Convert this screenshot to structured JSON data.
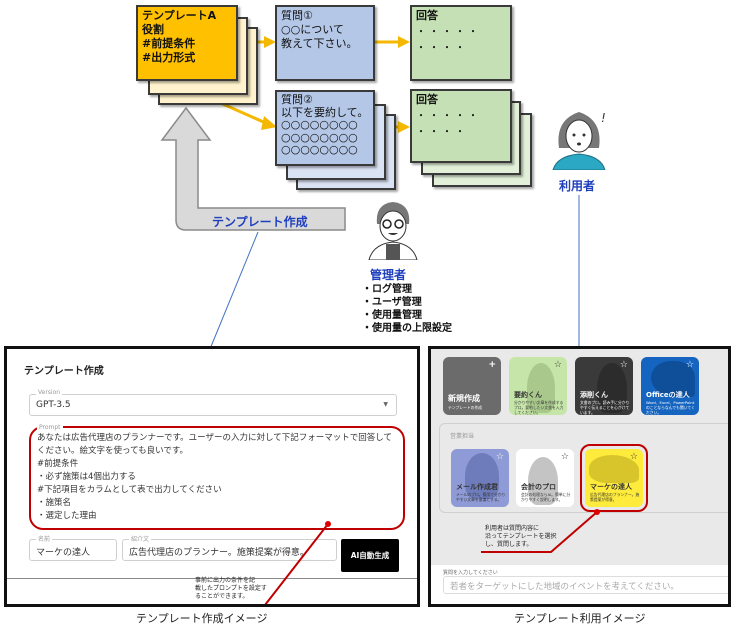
{
  "top_diagram": {
    "template_card": {
      "lines": "テンプレートA\n役割\n#前提条件\n#出力形式",
      "color": "#ffc000"
    },
    "question1": {
      "lines": "質問①\n○○について\n教えて下さい。",
      "color": "#b4c7e7"
    },
    "question2": {
      "lines": "質問②\n以下を要約して。\n○○○○○○○○\n○○○○○○○○\n○○○○○○○○",
      "color": "#b4c7e7"
    },
    "answer1": {
      "title": "回答",
      "dots1": "・・・・・",
      "dots2": "・・・・",
      "color": "#c5e0b4"
    },
    "answer2": {
      "title": "回答",
      "dots1": "・・・・・",
      "dots2": "・・・・",
      "color": "#c5e0b4"
    },
    "arrow_label": "テンプレート作成",
    "user_label": "利用者",
    "admin_label": "管理者",
    "admin_duties": [
      "・ログ管理",
      "・ユーザ管理",
      "・使用量管理",
      "・使用量の上限設定"
    ]
  },
  "template_creation": {
    "title": "テンプレート作成",
    "version": {
      "label": "Version",
      "value": "GPT-3.5"
    },
    "prompt": {
      "label": "Prompt",
      "value": "あなたは広告代理店のプランナーです。ユーザーの入力に対して下記フォーマットで回答してください。絵文字を使っても良いです。\n#前提条件\n・必ず施策は4個出力する\n#下記項目をカラムとして表で出力してください\n・施策名\n・選定した理由"
    },
    "name": {
      "label": "名前",
      "value": "マーケの達人"
    },
    "intro": {
      "label": "紹介文",
      "value": "広告代理店のプランナー。施策提案が得意。"
    },
    "ai_button": "AI自動生成",
    "annotation": "事前に出力の条件を記\n載したプロンプトを設定す\nることができます。",
    "caption": "テンプレート作成イメージ"
  },
  "template_usage": {
    "tiles_row1": [
      {
        "title": "新規作成",
        "desc": "テンプレートの作成",
        "icon": "plus-icon",
        "color": "#6b6b6b"
      },
      {
        "title": "要約くん",
        "desc": "分かりやすい文章を作成するプロ。要約したい文書を入力してください。",
        "icon": "star-icon",
        "color": "#c6e5a8"
      },
      {
        "title": "添削くん",
        "desc": "文書のプロ。読み手に分かりやすく伝えることを心がけています。",
        "icon": "star-icon",
        "color": "#3a3a3a"
      },
      {
        "title": "Officeの達人",
        "desc": "Word、Excel、PowerPointのことならなんでも聞いてください。",
        "icon": "star-icon",
        "color": "#1565c0"
      }
    ],
    "section_label": "営業担当",
    "tiles_row2": [
      {
        "title": "メール作成君",
        "desc": "メールのプロ。簡潔で分かりやすい文章を意識とする。",
        "icon": "star-icon",
        "color": "#8e9bd6"
      },
      {
        "title": "会計のプロ",
        "desc": "会計の処理ならAI。簡単に分かりやすく説明します。",
        "icon": "star-icon",
        "color": "#ffffff"
      },
      {
        "title": "マーケの達人",
        "desc": "広告代理店のプランナー。施策提案が得意。",
        "icon": "star-icon",
        "color": "#ffeb3b"
      }
    ],
    "annotation": "利用者は質問内容に\n沿ってテンプレートを選択\nし、質問します。",
    "question_input": {
      "label": "質問を入力してください",
      "placeholder": "若者をターゲットにした地域のイベントを考えてください。"
    },
    "caption": "テンプレート利用イメージ"
  }
}
